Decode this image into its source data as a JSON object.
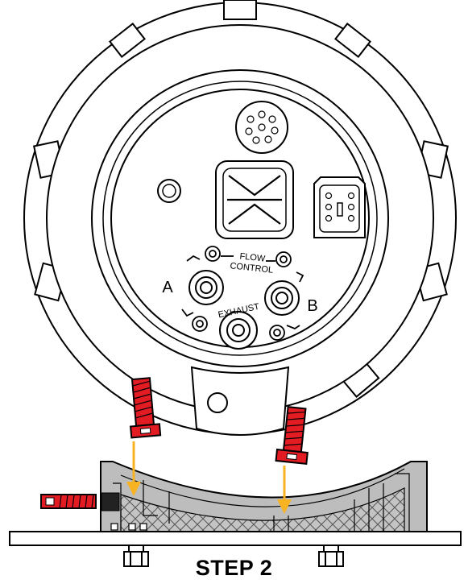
{
  "labels": {
    "flow_control_line1": "FLOW",
    "flow_control_line2": "CONTROL",
    "port_a": "A",
    "port_b": "B",
    "exhaust": "EXHAUST"
  },
  "caption": "STEP 2",
  "colors": {
    "screw_red": "#e31b23",
    "arrow_yellow": "#f7b321",
    "bracket_gray": "#b9b9b9",
    "line": "#000000"
  },
  "icons": [
    "valve-actuator-icon",
    "pilot-valve-icon",
    "connector-icon",
    "screw-icon",
    "set-screw-icon",
    "arrow-icon",
    "nut-icon"
  ]
}
